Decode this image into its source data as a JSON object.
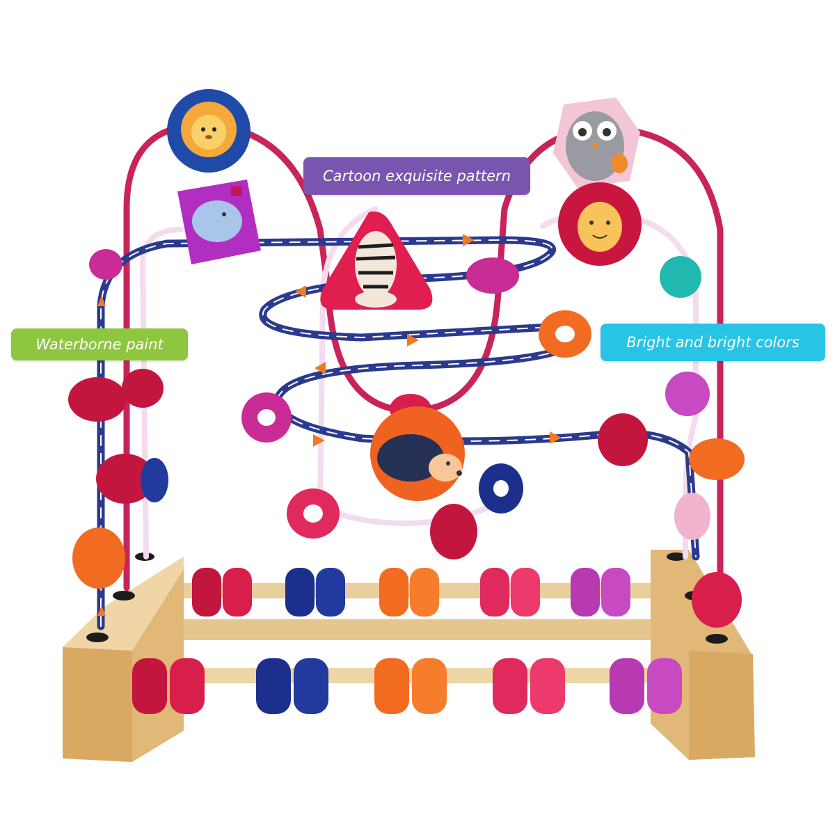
{
  "labels": {
    "top": "Cartoon exquisite pattern",
    "left": "Waterborne paint",
    "right": "Bright and bright colors"
  },
  "colors": {
    "label_top": "#7a55b0",
    "label_left": "#8ec63f",
    "label_right": "#27c4e6",
    "wood": "#e8c48a",
    "wire_red": "#c8245a",
    "wire_blue": "#2b3a8c",
    "wire_pink": "#f2dced"
  },
  "icons": {
    "lion": "lion-icon",
    "owl": "owl-icon",
    "elephant": "elephant-icon",
    "zebra": "zebra-icon",
    "giraffe": "giraffe-icon",
    "hedgehog": "hedgehog-icon"
  }
}
